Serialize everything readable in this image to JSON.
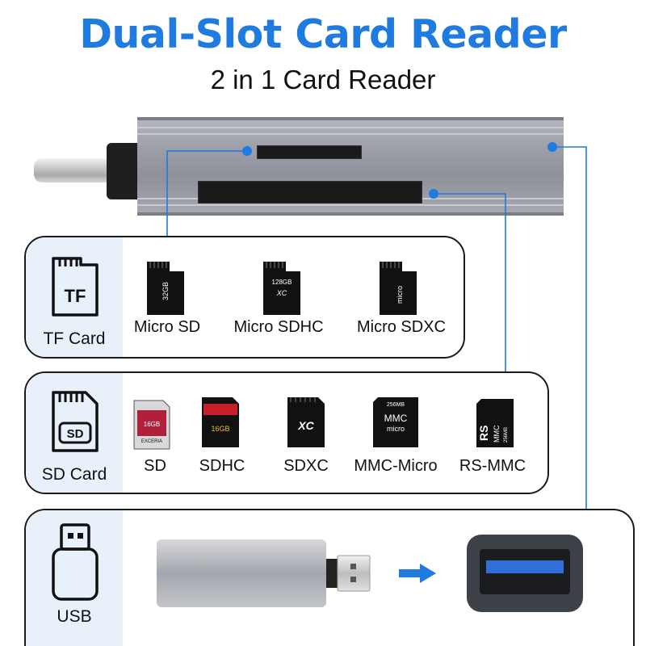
{
  "header": {
    "title": "Dual-Slot Card Reader",
    "subtitle": "2 in 1 Card Reader"
  },
  "colors": {
    "title_blue": "#1f7be0",
    "panel_side_bg": "#e8f1f9",
    "connector_line": "#1f7be0"
  },
  "tf_panel": {
    "label": "TF Card",
    "icon_text": "TF",
    "items": [
      {
        "label": "Micro SD",
        "card_text": "32GB"
      },
      {
        "label": "Micro SDHC",
        "card_text": "128GB"
      },
      {
        "label": "Micro SDXC",
        "card_text": "micro"
      }
    ]
  },
  "sd_panel": {
    "label": "SD Card",
    "icon_text": "SD",
    "items": [
      {
        "label": "SD",
        "card_text": "16GB",
        "card_brand": "EXCERIA"
      },
      {
        "label": "SDHC",
        "card_text": "16GB"
      },
      {
        "label": "SDXC",
        "card_text": "XC"
      },
      {
        "label": "MMC-Micro",
        "card_text": "MMC",
        "card_sub": "micro",
        "card_top": "256MB"
      },
      {
        "label": "RS-MMC",
        "card_text": "RS",
        "card_sub": "MMC",
        "card_top": "256MB"
      }
    ]
  },
  "usb_panel": {
    "label": "USB",
    "icons": [
      "usb-plug-icon",
      "usb-stick-icon",
      "arrow-right-icon",
      "usb-port-icon"
    ]
  }
}
